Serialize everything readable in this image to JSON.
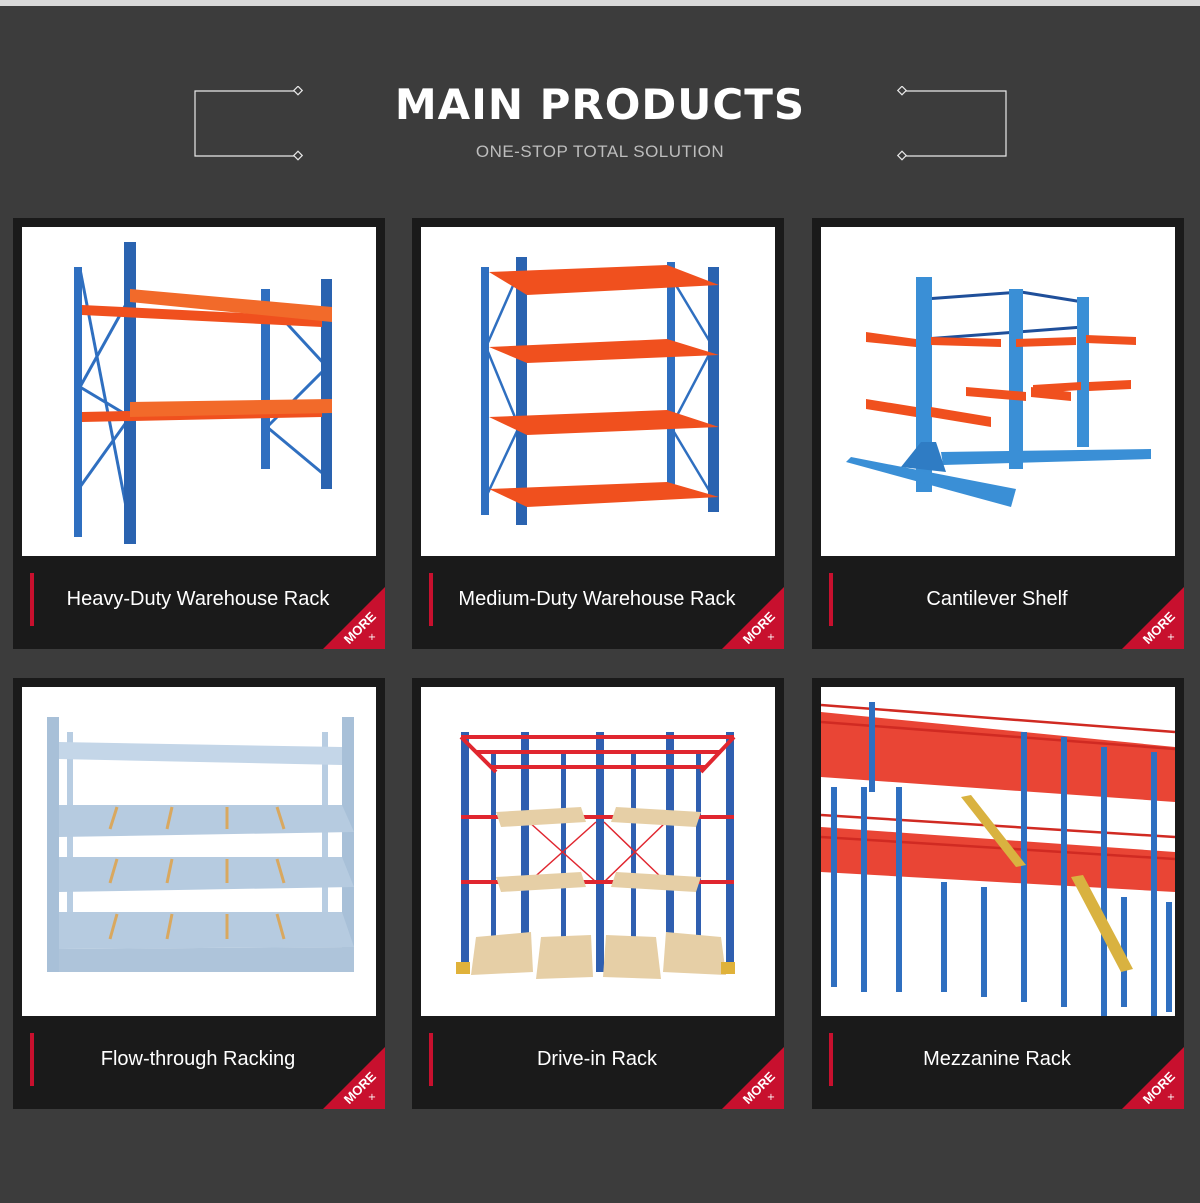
{
  "header": {
    "title": "MAIN PRODUCTS",
    "subtitle": "ONE-STOP TOTAL SOLUTION"
  },
  "colors": {
    "background": "#3c3c3c",
    "card": "#1a1a1a",
    "accent_red": "#c8102e",
    "rack_blue": "#2f6fc0",
    "beam_orange": "#f0501e"
  },
  "products": [
    {
      "name": "Heavy-Duty Warehouse Rack",
      "more_label": "MORE",
      "more_icon": "plus-icon"
    },
    {
      "name": "Medium-Duty Warehouse Rack",
      "more_label": "MORE",
      "more_icon": "plus-icon"
    },
    {
      "name": "Cantilever Shelf",
      "more_label": "MORE",
      "more_icon": "plus-icon"
    },
    {
      "name": "Flow-through Racking",
      "more_label": "MORE",
      "more_icon": "plus-icon"
    },
    {
      "name": "Drive-in Rack",
      "more_label": "MORE",
      "more_icon": "plus-icon"
    },
    {
      "name": "Mezzanine Rack",
      "more_label": "MORE",
      "more_icon": "plus-icon"
    }
  ]
}
